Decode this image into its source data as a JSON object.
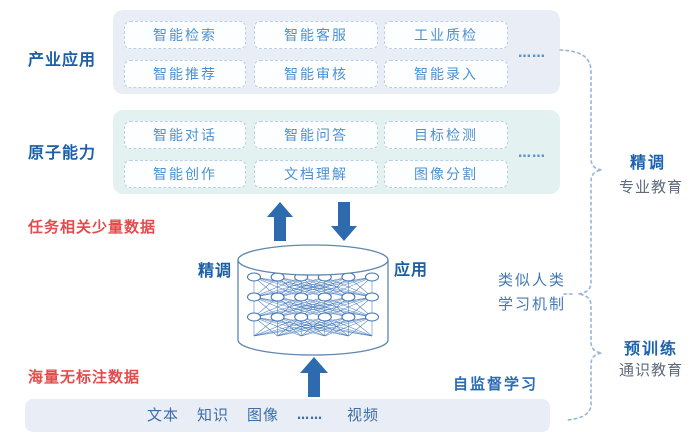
{
  "industry": {
    "label": "产业应用",
    "buttons": [
      "智能检索",
      "智能客服",
      "工业质检",
      "智能推荐",
      "智能审核",
      "智能录入"
    ],
    "more": "……"
  },
  "atomic": {
    "label": "原子能力",
    "buttons": [
      "智能对话",
      "智能问答",
      "目标检测",
      "智能创作",
      "文档理解",
      "图像分割"
    ],
    "more": "……"
  },
  "annotations": {
    "task_data": "任务相关少量数据",
    "mass_data": "海量无标注数据",
    "finetune_cylinder": "精调",
    "apply_cylinder": "应用",
    "self_supervised": "自监督学习",
    "human_like_line1": "类似人类",
    "human_like_line2": "学习机制"
  },
  "right_labels": {
    "finetune_title": "精调",
    "finetune_subtitle": "专业教育",
    "pretrain_title": "预训练",
    "pretrain_subtitle": "通识教育"
  },
  "data_bar": {
    "items": [
      "文本",
      "知识",
      "图像",
      "……",
      "视频"
    ]
  },
  "colors": {
    "panel_blue": "#e9eef6",
    "panel_teal": "#e3f1f0",
    "chip_text": "#4e91d1",
    "chip_border": "#b7cfe8",
    "dark_blue_label": "#1a5fa8",
    "red_label": "#e34c4c",
    "arrow_blue": "#2d6bae",
    "dashed_brace": "#93b6d9",
    "gray_subtitle": "#5d6b7c",
    "bar_text": "#3c6da6",
    "network_blue": "#3a72b8"
  }
}
